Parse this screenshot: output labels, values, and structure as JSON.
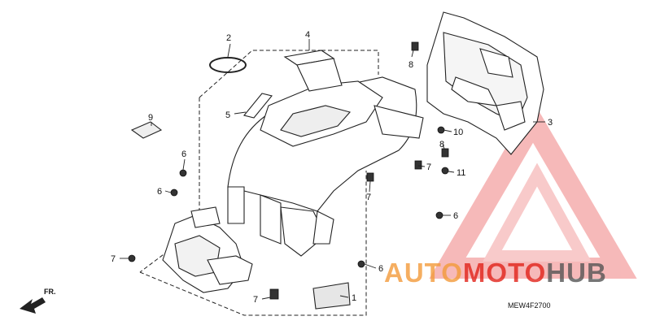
{
  "diagram": {
    "reference_code": "MEW4F2700",
    "direction_label": "FR.",
    "callouts": [
      {
        "id": "c2",
        "label": "2"
      },
      {
        "id": "c4",
        "label": "4"
      },
      {
        "id": "c8a",
        "label": "8"
      },
      {
        "id": "c9",
        "label": "9"
      },
      {
        "id": "c5",
        "label": "5"
      },
      {
        "id": "c10",
        "label": "10"
      },
      {
        "id": "c3",
        "label": "3"
      },
      {
        "id": "c8b",
        "label": "8"
      },
      {
        "id": "c6a",
        "label": "6"
      },
      {
        "id": "c7a",
        "label": "7"
      },
      {
        "id": "c11",
        "label": "11"
      },
      {
        "id": "c6b",
        "label": "6"
      },
      {
        "id": "c7b",
        "label": "7"
      },
      {
        "id": "c6c",
        "label": "6"
      },
      {
        "id": "c7c",
        "label": "7"
      },
      {
        "id": "c6d",
        "label": "6"
      },
      {
        "id": "c1",
        "label": "1"
      },
      {
        "id": "c7d",
        "label": "7"
      }
    ]
  },
  "watermark": {
    "part1": "AUTO",
    "part2": "MOTO",
    "part3": "HUB",
    "color_primary": "#f39a3a",
    "color_secondary": "#e2231a",
    "color_dark": "#555555"
  }
}
